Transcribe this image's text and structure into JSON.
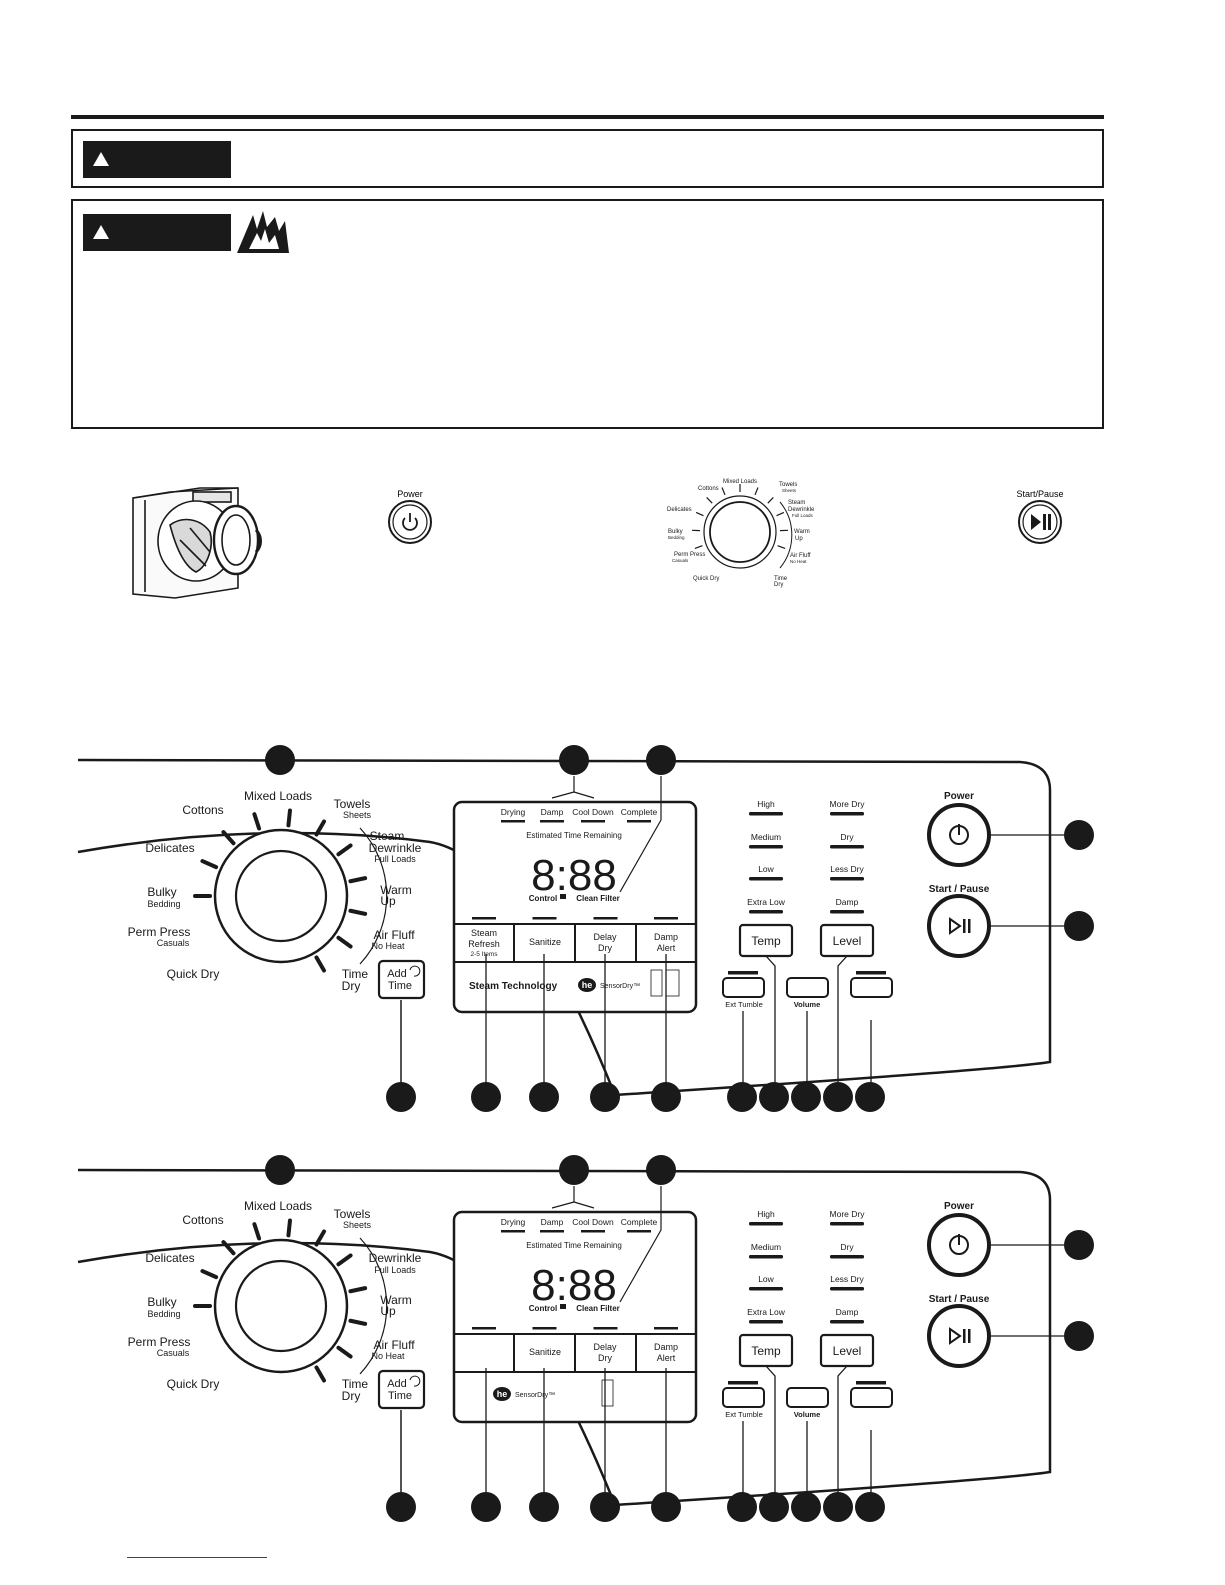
{
  "steps": {
    "power": "Power",
    "start_pause": "Start/Pause",
    "cycles": {
      "cottons": "Cottons",
      "mixed_loads": "Mixed Loads",
      "towels": "Towels",
      "sheets": "Sheets",
      "steam": "Steam",
      "dewrinkle": "Dewrinkle",
      "full_loads": "Full Loads",
      "warm": "Warm",
      "up": "Up",
      "air_fluff": "Air Fluff",
      "no_heat": "No Heat",
      "time": "Time",
      "dry": "Dry",
      "quick_dry": "Quick Dry",
      "perm_press": "Perm Press",
      "casuals": "Casuals",
      "bulky": "Bulky",
      "bedding": "Bedding",
      "delicates": "Delicates"
    }
  },
  "panel_top": {
    "cycles": {
      "cottons": "Cottons",
      "mixed_loads": "Mixed Loads",
      "towels": "Towels",
      "sheets": "Sheets",
      "steam": "Steam",
      "dewrinkle": "Dewrinkle",
      "full_loads": "Full Loads",
      "warm": "Warm",
      "up": "Up",
      "air_fluff": "Air Fluff",
      "no_heat": "No Heat",
      "time": "Time",
      "dry": "Dry",
      "quick_dry": "Quick Dry",
      "perm_press": "Perm Press",
      "casuals": "Casuals",
      "bulky": "Bulky",
      "bedding": "Bedding",
      "delicates": "Delicates"
    },
    "add_time": [
      "Add",
      "Time"
    ],
    "status": [
      "Drying",
      "Damp",
      "Cool Down",
      "Complete"
    ],
    "est_time": "Estimated Time Remaining",
    "digits": "8:88",
    "control_lock": "Control",
    "clean_filter": "Clean Filter",
    "options": {
      "steam": "Steam",
      "refresh": "Refresh",
      "items": "2-5 Items",
      "sanitize": "Sanitize",
      "delay": "Delay",
      "dry": "Dry",
      "damp": "Damp",
      "alert": "Alert"
    },
    "brand": {
      "steam_tech": "Steam Technology",
      "he": "he",
      "sensor_dry": "SensorDry™"
    },
    "temp_levels": [
      "High",
      "Medium",
      "Low",
      "Extra Low"
    ],
    "dry_levels": [
      "More Dry",
      "Dry",
      "Less Dry",
      "Damp"
    ],
    "temp": "Temp",
    "level": "Level",
    "ext_tumble": "Ext Tumble",
    "volume": "Volume",
    "power": "Power",
    "start_pause": "Start / Pause"
  },
  "panel_bottom": {
    "cycles": {
      "cottons": "Cottons",
      "mixed_loads": "Mixed Loads",
      "towels": "Towels",
      "sheets": "Sheets",
      "dewrinkle": "Dewrinkle",
      "full_loads": "Full Loads",
      "warm": "Warm",
      "up": "Up",
      "air_fluff": "Air Fluff",
      "no_heat": "No Heat",
      "time": "Time",
      "dry": "Dry",
      "quick_dry": "Quick Dry",
      "perm_press": "Perm Press",
      "casuals": "Casuals",
      "bulky": "Bulky",
      "bedding": "Bedding",
      "delicates": "Delicates"
    },
    "add_time": [
      "Add",
      "Time"
    ],
    "status": [
      "Drying",
      "Damp",
      "Cool Down",
      "Complete"
    ],
    "est_time": "Estimated Time Remaining",
    "digits": "8:88",
    "control_lock": "Control",
    "clean_filter": "Clean Filter",
    "options": {
      "sanitize": "Sanitize",
      "delay": "Delay",
      "dry": "Dry",
      "damp": "Damp",
      "alert": "Alert"
    },
    "brand": {
      "he": "he",
      "sensor_dry": "SensorDry™"
    },
    "temp_levels": [
      "High",
      "Medium",
      "Low",
      "Extra Low"
    ],
    "dry_levels": [
      "More Dry",
      "Dry",
      "Less Dry",
      "Damp"
    ],
    "temp": "Temp",
    "level": "Level",
    "ext_tumble": "Ext Tumble",
    "volume": "Volume",
    "power": "Power",
    "start_pause": "Start / Pause"
  }
}
